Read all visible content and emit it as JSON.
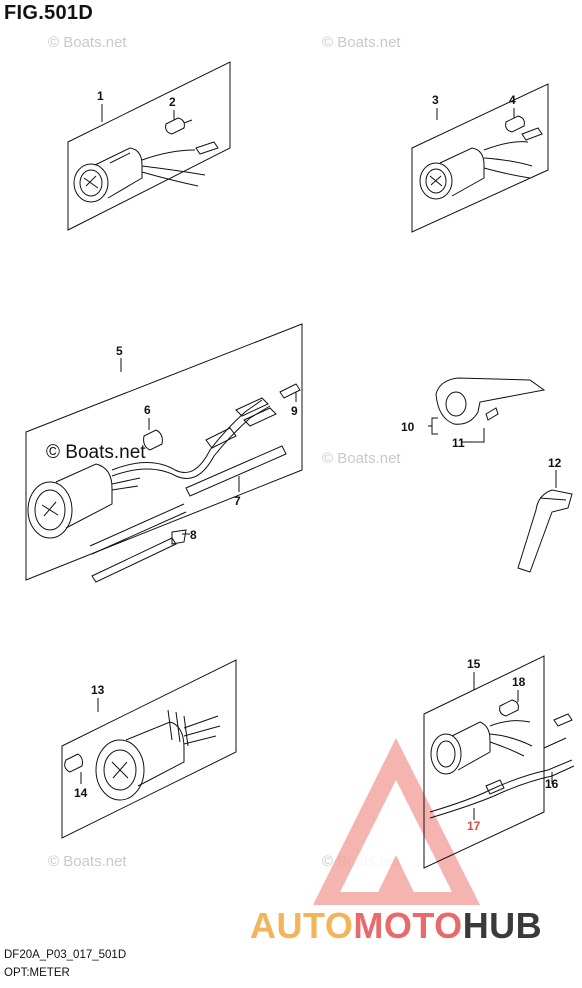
{
  "figure": {
    "title": "FIG.501D",
    "code": "DF20A_P03_017_501D",
    "description": "OPT:METER"
  },
  "watermarks": {
    "boats": "© Boats.net",
    "boats_dark": "© Boats.net"
  },
  "brand": {
    "part1": "AUTO",
    "part2": "MOTO",
    "part3": "HUB"
  },
  "callouts": [
    "1",
    "2",
    "3",
    "4",
    "5",
    "6",
    "7",
    "8",
    "9",
    "10",
    "11",
    "12",
    "13",
    "14",
    "15",
    "16",
    "17",
    "18"
  ],
  "colors": {
    "line": "#111111",
    "watermark": "#c9c9c9",
    "brand_orange": "#f3b45a",
    "brand_red": "#e86a6a",
    "brand_dark": "#3a3a3a"
  }
}
